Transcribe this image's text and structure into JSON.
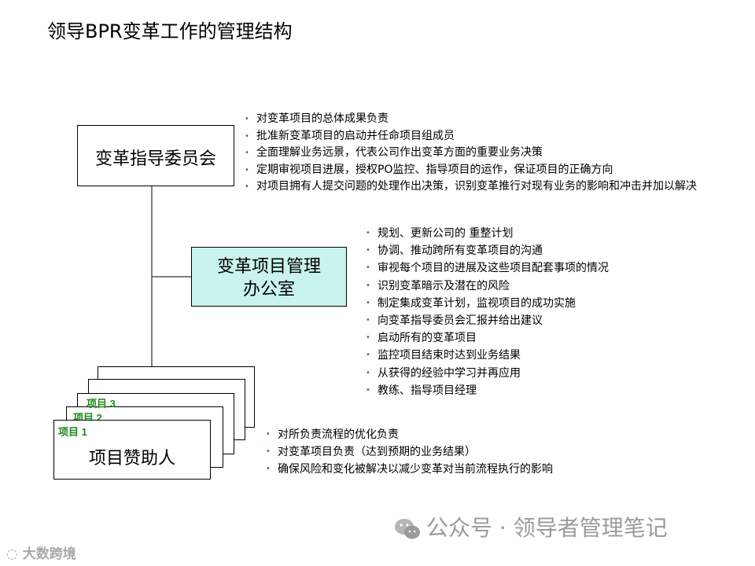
{
  "title": "领导BPR变革工作的管理结构",
  "committee": {
    "label": "变革指导委员会",
    "bullets": [
      "对变革项目的总体成果负责",
      "批准新变革项目的启动并任命项目组成员",
      "全面理解业务远景，代表公司作出变革方面的重要业务决策",
      "定期审视项目进展，授权PO监控、指导项目的运作，保证项目的正确方向",
      "对项目拥有人提交问题的处理作出决策，识别变革推行对现有业务的影响和冲击并加以解决"
    ]
  },
  "pmo": {
    "label_line1": "变革项目管理",
    "label_line2": "办公室",
    "fill_color": "#c9f3ef",
    "bullets": [
      "规划、更新公司的 重整计划",
      "协调、推动跨所有变革项目的沟通",
      "审视每个项目的进展及这些项目配套事项的情况",
      "识别变革暗示及潜在的风险",
      "制定集成变革计划，监视项目的成功实施",
      "向变革指导委员会汇报并给出建议",
      "启动所有的变革项目",
      "监控项目结束时达到业务结果",
      "从获得的经验中学习并再应用",
      "教练、指导项目经理"
    ]
  },
  "sponsor": {
    "label": "项目赞助人",
    "project_labels": [
      "项目 3",
      "项目 2",
      "项目 1"
    ],
    "project_label_color": "#1e8a1e",
    "bullets": [
      "对所负责流程的优化负责",
      "对变革项目负责（达到预期的业务结果）",
      "确保风险和变化被解决以减少变革对当前流程执行的影响"
    ]
  },
  "bullet_color": "#2a8a2a",
  "watermark": "公众号 · 领导者管理笔记",
  "logo_text": "大数跨境"
}
